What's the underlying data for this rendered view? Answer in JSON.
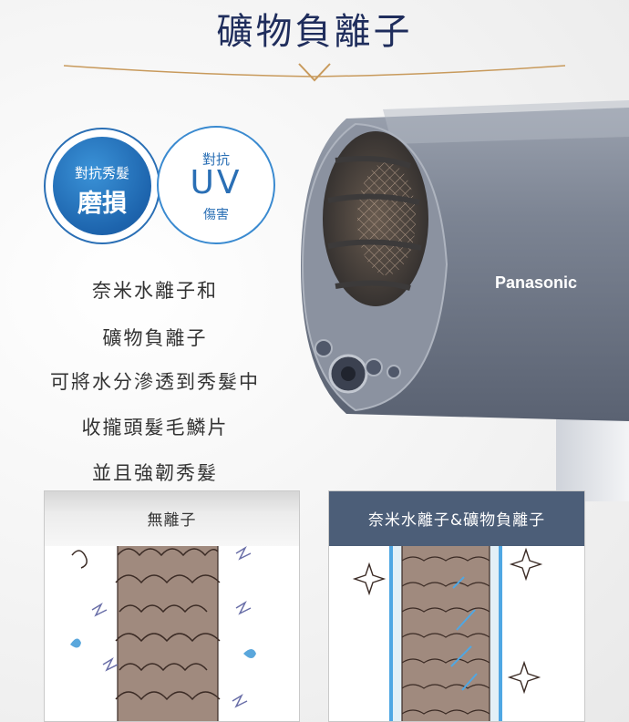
{
  "title": "礦物負離子",
  "badges": [
    {
      "line1": "對抗秀髮",
      "line2": "磨損"
    },
    {
      "line1": "對抗",
      "line2": "UV",
      "line3": "傷害"
    }
  ],
  "description_lines": [
    "奈米水離子和",
    "礦物負離子",
    "可將水分滲透到秀髮中",
    "收攏頭髮毛鱗片",
    "並且強韌秀髮"
  ],
  "product": {
    "brand": "Panasonic"
  },
  "comparison": {
    "left_label": "無離子",
    "right_label": "奈米水離子&礦物負離子"
  },
  "colors": {
    "title": "#1f2d5c",
    "badge_blue": "#1d64ad",
    "accent_gold": "#c89a5c",
    "dryer_body": "#6c7484",
    "right_header": "#4c5e78",
    "hair_strand": "#a08a7e",
    "moisture_blue": "#4fa7e3"
  }
}
